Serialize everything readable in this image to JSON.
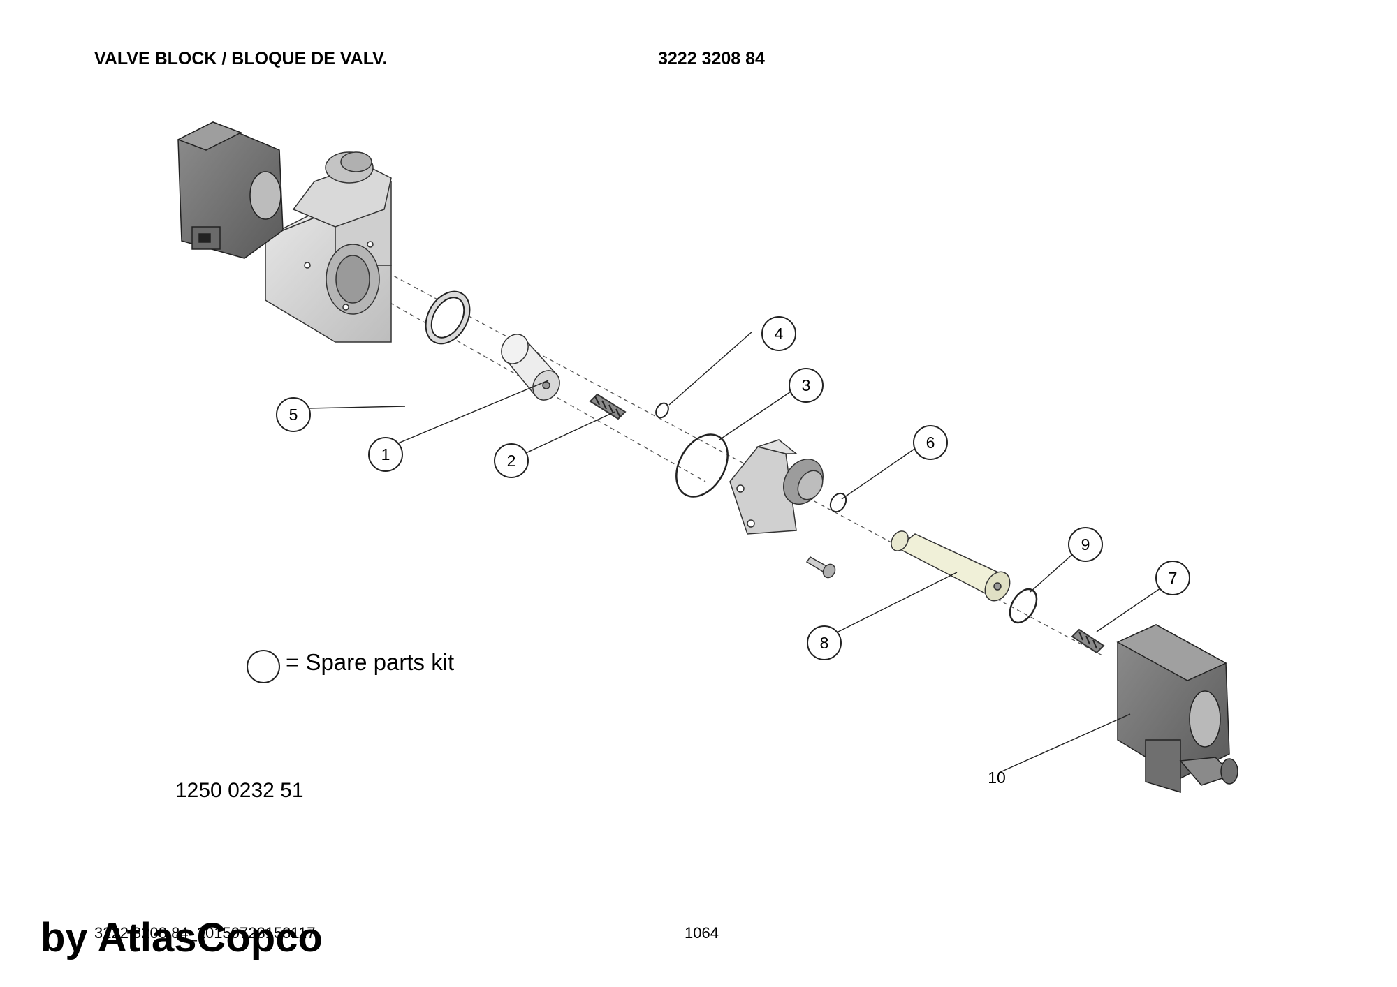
{
  "header": {
    "title": "VALVE BLOCK / BLOQUE DE VALV.",
    "part_number": "3222 3208 84"
  },
  "drawing_number": "1250 0232 51",
  "legend": {
    "kit_label": "= Spare parts kit"
  },
  "callouts": [
    "1",
    "2",
    "3",
    "4",
    "5",
    "6",
    "7",
    "8",
    "9",
    "10"
  ],
  "footer": {
    "doc_code": "3222 3208 84_20150723153117",
    "page": "1064"
  },
  "watermark": "by AtlasCopco",
  "colors": {
    "housing": "#d2d2d2",
    "solenoid": "#7f7f7f",
    "line": "#333333"
  }
}
